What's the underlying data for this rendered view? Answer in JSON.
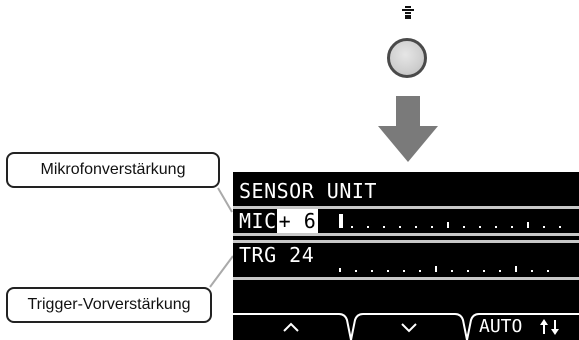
{
  "callouts": {
    "mic_label": "Mikrofonverstärkung",
    "trigger_label": "Trigger-Vorverstärkung"
  },
  "lcd": {
    "title": "SENSOR UNIT",
    "mic_label": "MIC",
    "mic_value": "+ 6",
    "trg_label": "TRG",
    "trg_value": "24",
    "softkeys": {
      "up_icon": "chevron-up-icon",
      "down_icon": "chevron-down-icon",
      "auto_label": "AUTO"
    }
  },
  "icons": {
    "button_symbol": "drum-pad-icon",
    "knob": "round-button",
    "arrow": "down-arrow"
  },
  "colors": {
    "lcd_bg": "#000000",
    "lcd_fg": "#ffffff",
    "highlight_box": "#c8c8c8",
    "arrow": "#7a7a7a"
  }
}
